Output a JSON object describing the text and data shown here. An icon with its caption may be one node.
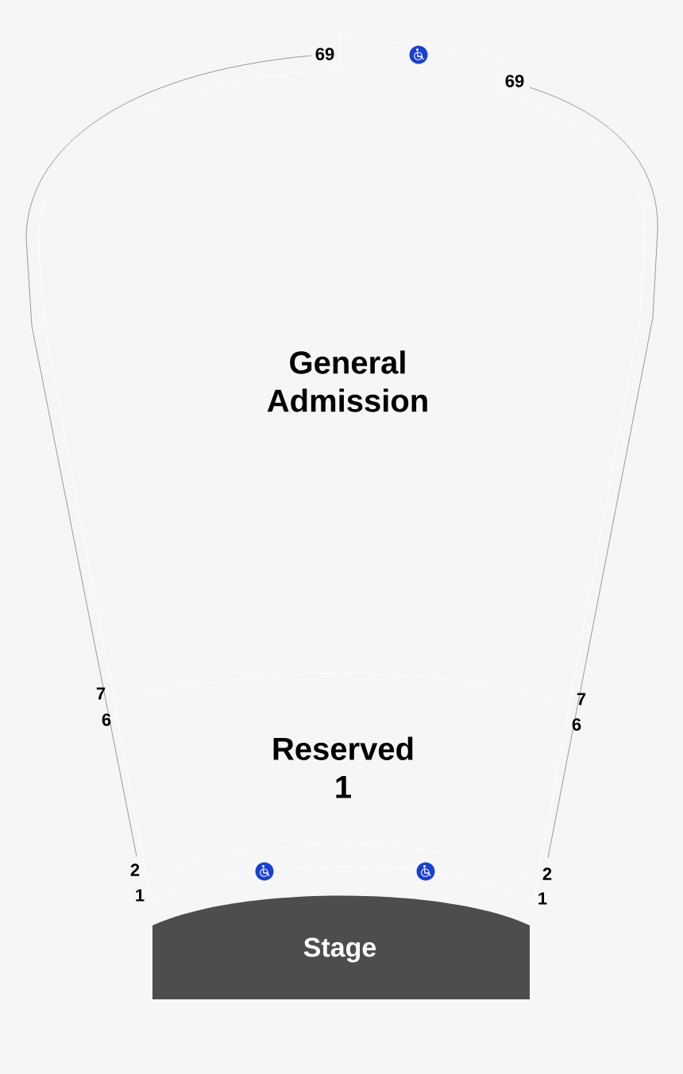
{
  "diagram": {
    "nodes": [
      {
        "text": [
          "General Admission"
        ]
      },
      {
        "text": [
          "Reserved 1"
        ]
      },
      {
        "text": [
          "Stage"
        ]
      }
    ],
    "labels": [
      "69",
      "69",
      "7",
      "6",
      "7",
      "6",
      "2",
      "1",
      "2",
      "1"
    ]
  }
}
